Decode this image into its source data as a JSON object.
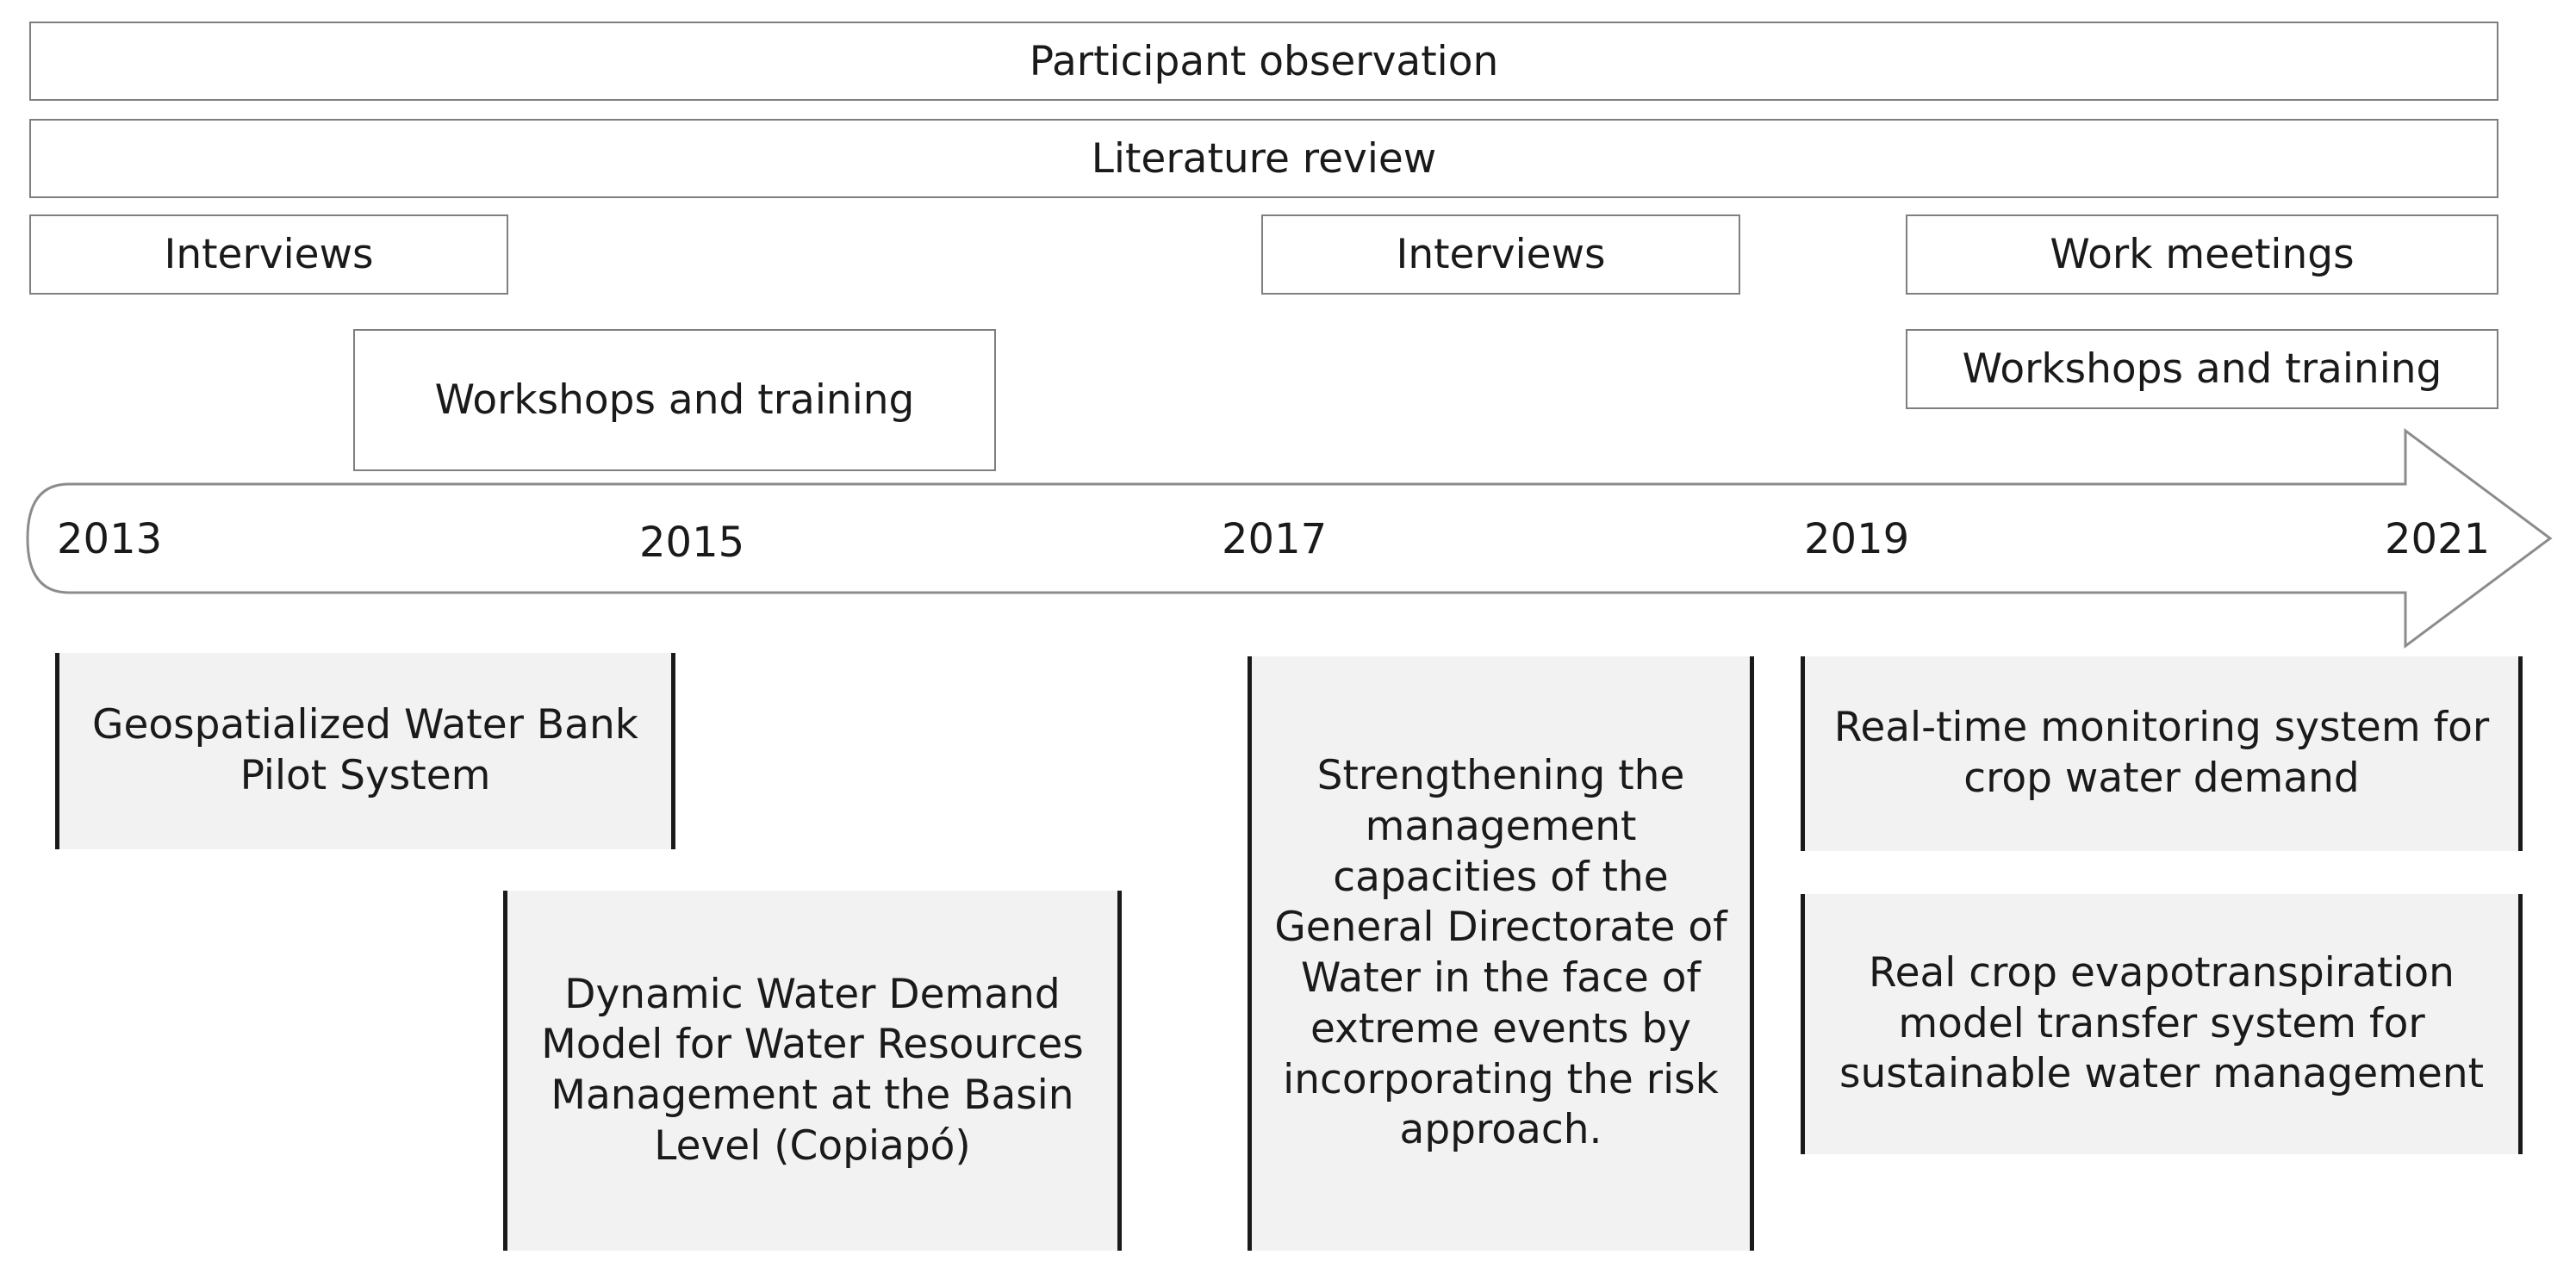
{
  "methods": {
    "participant_observation": "Participant observation",
    "literature_review": "Literature review",
    "interviews_1": "Interviews",
    "interviews_2": "Interviews",
    "work_meetings": "Work meetings",
    "workshops_1": "Workshops and training",
    "workshops_2": "Workshops and training"
  },
  "timeline": {
    "years": [
      "2013",
      "2015",
      "2017",
      "2019",
      "2021"
    ]
  },
  "projects": {
    "p1": "Geospatialized Water Bank Pilot System",
    "p2": "Dynamic Water Demand Model for Water Resources Management at the Basin Level (Copiapó)",
    "p3": "Strengthening the management capacities of the General Directorate of Water in the face of extreme events by incorporating the risk approach.",
    "p4": "Real-time monitoring system for crop water demand",
    "p5": "Real crop evapotranspiration model transfer system for sustainable water management"
  }
}
